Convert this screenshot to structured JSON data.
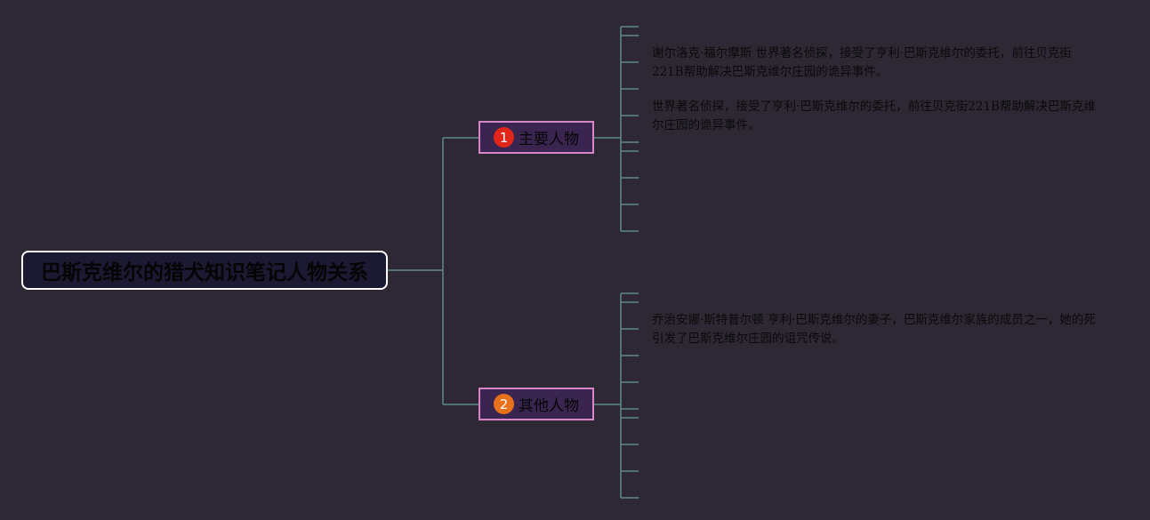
{
  "mindmap": {
    "root": {
      "title": "巴斯克维尔的猎犬知识笔记人物关系"
    },
    "branches": [
      {
        "number": "1",
        "label": "主要人物",
        "badge_color": "#e0261b",
        "notes": [
          "谢尔洛克·福尔摩斯 世界著名侦探，接受了亨利·巴斯克维尔的委托，前往贝克街221B帮助解决巴斯克维尔庄园的诡异事件。",
          "世界著名侦探，接受了亨利·巴斯克维尔的委托，前往贝克街221B帮助解决巴斯克维尔庄园的诡异事件。"
        ]
      },
      {
        "number": "2",
        "label": "其他人物",
        "badge_color": "#e8721c",
        "notes": [
          "乔治安娜·斯特普尔顿 亨利·巴斯克维尔的妻子，巴斯克维尔家族的成员之一，她的死引发了巴斯克维尔庄园的诅咒传说。"
        ]
      }
    ]
  },
  "colors": {
    "background": "#2d2833",
    "connector": "#5e8a86",
    "branch_border": "#d985c9",
    "root_border": "#ffffff"
  }
}
